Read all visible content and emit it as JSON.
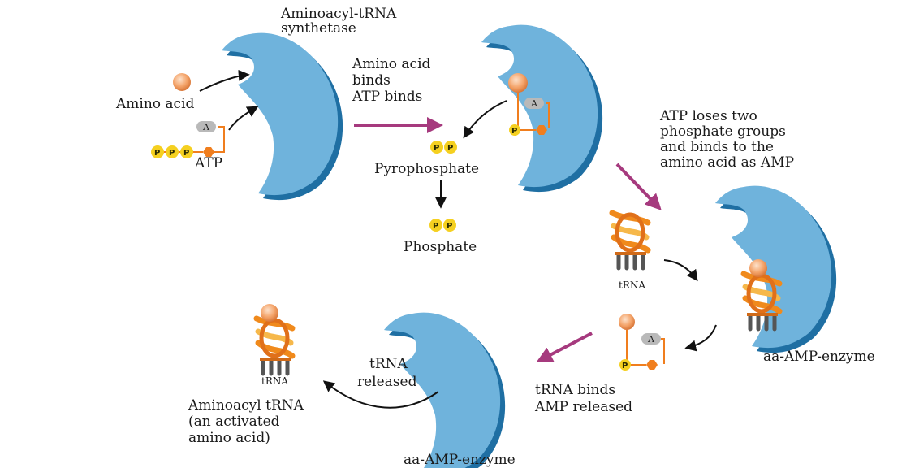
{
  "labels": {
    "synthetase": [
      "Aminoacyl-tRNA",
      "synthetase"
    ],
    "amino_acid": "Amino acid",
    "atp": "ATP",
    "binds_step": [
      "Amino acid",
      "binds",
      "ATP binds"
    ],
    "pyrophosphate": "Pyrophosphate",
    "phosphate": "Phosphate",
    "atp_loses": [
      "ATP loses two",
      "phosphate groups",
      "and binds to the",
      "amino acid as AMP"
    ],
    "trna": "tRNA",
    "aa_amp_enzyme_right": "aa-AMP-enzyme",
    "trna_binds": [
      "tRNA binds",
      "AMP released"
    ],
    "trna_released": [
      "tRNA",
      "released"
    ],
    "aminoacyl_trna": [
      "Aminoacyl tRNA",
      "(an activated",
      "amino acid)"
    ],
    "aa_amp_enzyme_bottom": "aa-AMP-enzyme",
    "trna_small_bottom": "tRNA",
    "p_glyph": "P",
    "a_glyph": "A"
  },
  "colors": {
    "enzyme": "#6fb3dc",
    "enzyme_shadow": "#1f6fa3",
    "amino_acid": "#f4a46a",
    "phosphate": "#f5d020",
    "ribose": "#f07e1e",
    "adenine": "#b9b9b9",
    "trna_helix": "#f08a1c",
    "trna_light": "#f6b84a",
    "step_arrow": "#a63a7e",
    "small_arrow": "#111111"
  }
}
